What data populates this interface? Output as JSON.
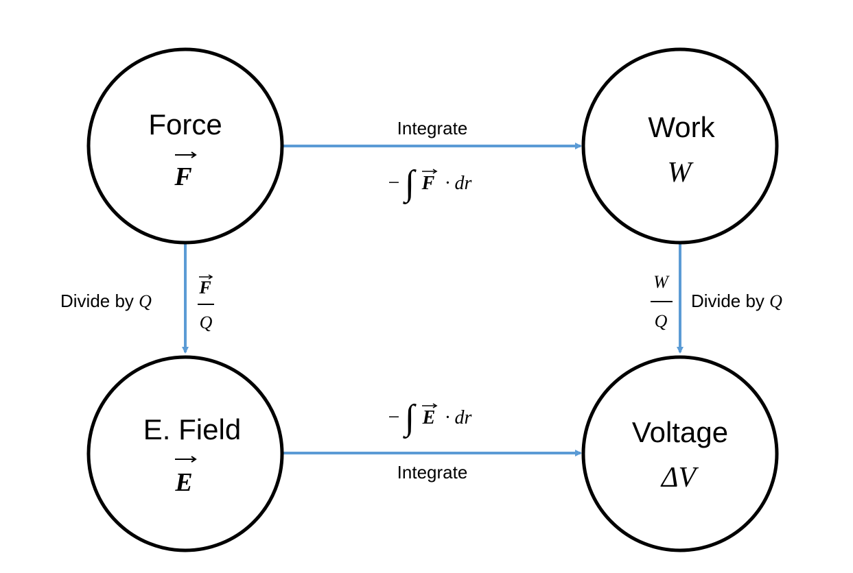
{
  "colors": {
    "arrow": "#5B9BD5",
    "node_stroke": "#000000",
    "background": "#ffffff"
  },
  "nodes": [
    {
      "id": "force",
      "label": "Force",
      "symbol": "F",
      "symbol_style": "bold-vector"
    },
    {
      "id": "work",
      "label": "Work",
      "symbol": "W",
      "symbol_style": "italic"
    },
    {
      "id": "efield",
      "label": "E. Field",
      "symbol": "E",
      "symbol_style": "bold-vector"
    },
    {
      "id": "voltage",
      "label": "Voltage",
      "symbol": "ΔV",
      "symbol_style": "italic"
    }
  ],
  "edges": {
    "force_to_work": {
      "label": "Integrate",
      "formula_prefix": "−",
      "integral": "∫",
      "vector": "F",
      "suffix": "· dr"
    },
    "force_to_efield": {
      "label_text": "Divide by",
      "label_var": "Q",
      "numerator": "F",
      "denominator": "Q"
    },
    "work_to_voltage": {
      "label_text": "Divide by",
      "label_var": "Q",
      "numerator": "W",
      "denominator": "Q"
    },
    "efield_to_voltage": {
      "label": "Integrate",
      "formula_prefix": "−",
      "integral": "∫",
      "vector": "E",
      "suffix": "· dr"
    }
  }
}
